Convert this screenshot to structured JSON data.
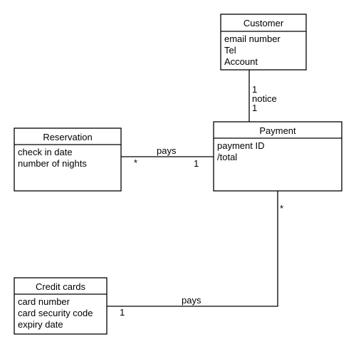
{
  "classes": {
    "customer": {
      "name": "Customer",
      "attributes": [
        "email number",
        "Tel",
        "Account"
      ]
    },
    "reservation": {
      "name": "Reservation",
      "attributes": [
        "check in date",
        "number of nights"
      ]
    },
    "payment": {
      "name": "Payment",
      "attributes": [
        "payment ID",
        "/total"
      ]
    },
    "credit_cards": {
      "name": "Credit cards",
      "attributes": [
        "card number",
        "card security code",
        "expiry date"
      ]
    }
  },
  "associations": {
    "customer_payment": {
      "label": "notice",
      "mult_customer": "1",
      "mult_payment": "1"
    },
    "reservation_payment": {
      "label": "pays",
      "mult_reservation": "*",
      "mult_payment": "1"
    },
    "credit_payment": {
      "label": "pays",
      "mult_credit": "1",
      "mult_payment": "*"
    }
  }
}
